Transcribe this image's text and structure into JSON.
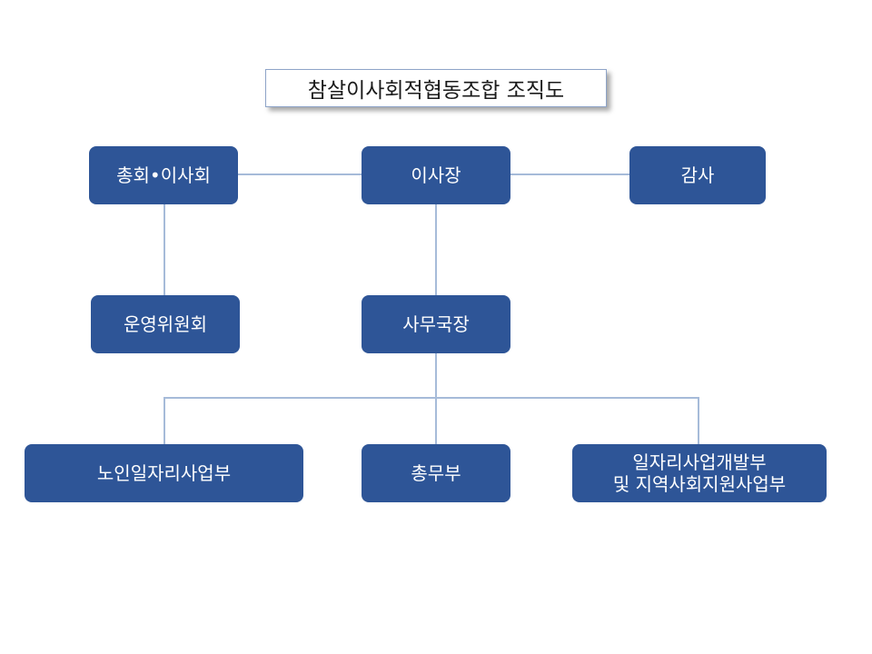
{
  "title": "참살이사회적협동조합 조직도",
  "nodes": {
    "general_board": "총회•이사회",
    "chairman": "이사장",
    "auditor": "감사",
    "steering_committee": "운영위원회",
    "secretary_general": "사무국장",
    "senior_jobs": "노인일자리사업부",
    "general_affairs": "총무부",
    "job_dev_line1": "일자리사업개발부",
    "job_dev_line2": "및 지역사회지원사업부"
  }
}
